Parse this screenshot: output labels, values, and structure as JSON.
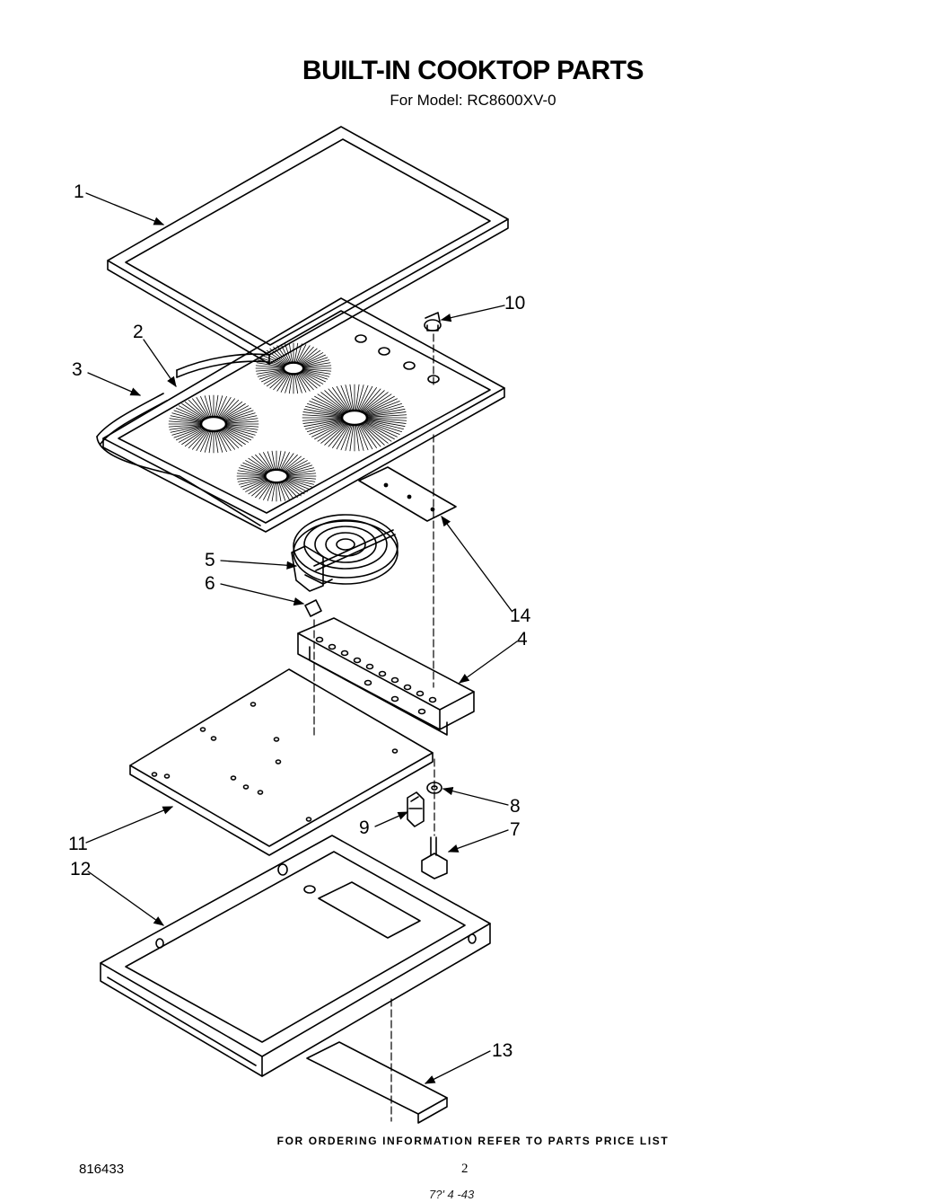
{
  "header": {
    "title": "BUILT-IN COOKTOP PARTS",
    "subtitle": "For Model: RC8600XV-0"
  },
  "callouts": [
    {
      "id": "c1",
      "label": "1"
    },
    {
      "id": "c2",
      "label": "2"
    },
    {
      "id": "c3",
      "label": "3"
    },
    {
      "id": "c4",
      "label": "4"
    },
    {
      "id": "c5",
      "label": "5"
    },
    {
      "id": "c6",
      "label": "6"
    },
    {
      "id": "c7",
      "label": "7"
    },
    {
      "id": "c8",
      "label": "8"
    },
    {
      "id": "c9",
      "label": "9"
    },
    {
      "id": "c10",
      "label": "10"
    },
    {
      "id": "c11",
      "label": "11"
    },
    {
      "id": "c12",
      "label": "12"
    },
    {
      "id": "c13",
      "label": "13"
    },
    {
      "id": "c14",
      "label": "14"
    }
  ],
  "footer": {
    "ordering_note": "FOR ORDERING INFORMATION REFER TO PARTS PRICE LIST",
    "doc_number": "816433",
    "page_number": "2",
    "stamp": "7?'  4 -43"
  }
}
